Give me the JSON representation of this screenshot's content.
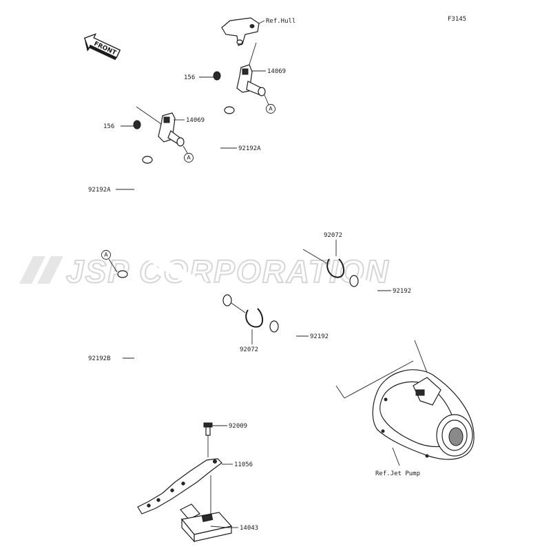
{
  "diagram": {
    "figure_code": "F3145",
    "front_label": "FRONT",
    "watermark": "JSP CORPORATION",
    "connector_symbol": "A",
    "labels": {
      "ref_hull": "Ref.Hull",
      "clamp_upper": "156",
      "clamp_lower": "156",
      "fitting_upper": "14069",
      "fitting_lower": "14069",
      "hose_a_upper": "92192A",
      "hose_a_lower": "92192A",
      "hose_b": "92192B",
      "clip_upper": "92072",
      "clip_lower": "92072",
      "hose_right_upper": "92192",
      "hose_right_lower": "92192",
      "bolt": "92009",
      "bracket": "11056",
      "filter": "14043",
      "ref_jet_pump": "Ref.Jet Pump"
    }
  }
}
